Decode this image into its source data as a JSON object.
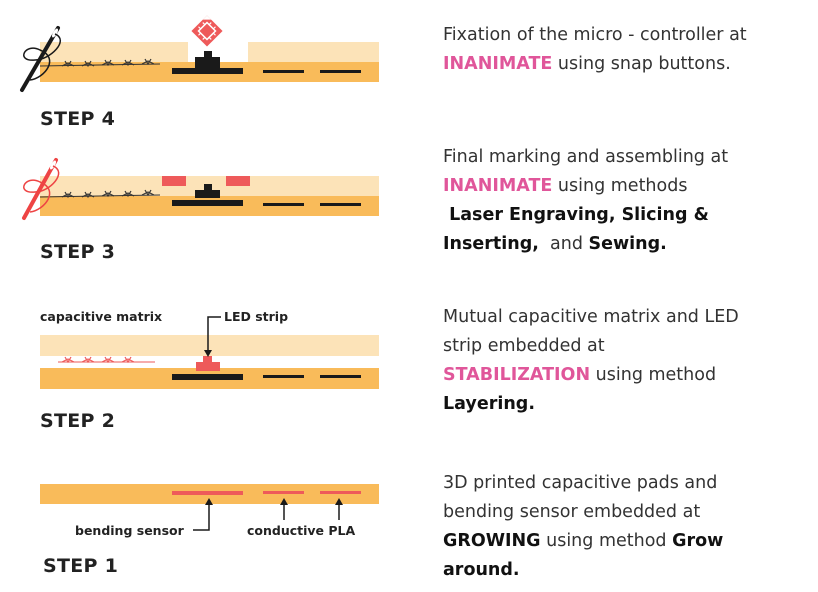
{
  "steps": [
    {
      "label": "STEP 4",
      "lines": [
        [
          {
            "t": "Fixation of the micro - controller at",
            "s": "n"
          }
        ],
        [
          {
            "t": "INANIMATE",
            "s": "p"
          },
          {
            "t": " using snap buttons.",
            "s": "n"
          }
        ]
      ]
    },
    {
      "label": "STEP 3",
      "lines": [
        [
          {
            "t": "Final marking and assembling at",
            "s": "n"
          }
        ],
        [
          {
            "t": "INANIMATE",
            "s": "p"
          },
          {
            "t": " using methods",
            "s": "n"
          }
        ],
        [
          {
            "t": " Laser Engraving, Slicing &",
            "s": "b"
          }
        ],
        [
          {
            "t": "Inserting,",
            "s": "b"
          },
          {
            "t": "  and ",
            "s": "n"
          },
          {
            "t": "Sewing.",
            "s": "b"
          }
        ]
      ]
    },
    {
      "label": "STEP 2",
      "lines": [
        [
          {
            "t": "Mutual capacitive matrix and LED",
            "s": "n"
          }
        ],
        [
          {
            "t": "strip embedded at",
            "s": "n"
          }
        ],
        [
          {
            "t": "STABILIZATION",
            "s": "p"
          },
          {
            "t": " using method",
            "s": "n"
          }
        ],
        [
          {
            "t": "Layering.",
            "s": "b"
          }
        ]
      ]
    },
    {
      "label": "STEP 1",
      "lines": [
        [
          {
            "t": "3D printed capacitive pads and",
            "s": "n"
          }
        ],
        [
          {
            "t": "bending sensor embedded at",
            "s": "n"
          }
        ],
        [
          {
            "t": "GROWING",
            "s": "b"
          },
          {
            "t": " using method ",
            "s": "n"
          },
          {
            "t": "Grow",
            "s": "b"
          }
        ],
        [
          {
            "t": "around.",
            "s": "b"
          }
        ]
      ]
    }
  ],
  "annotations": {
    "capacitive_matrix": "capacitive matrix",
    "led_strip": "LED strip",
    "bending_sensor": "bending sensor",
    "conductive_pla": "conductive PLA"
  },
  "colors": {
    "fabric_light": "#fce3b8",
    "fabric_dark": "#f9bb5a",
    "conductor": "#1a1a1a",
    "led_red": "#ee5a5a",
    "accent_pink": "#e0569a",
    "needle_black": "#1a1a1a",
    "needle_red": "#ee4444"
  },
  "icons": [
    "needle-thread-icon",
    "microcontroller-chip-icon"
  ]
}
